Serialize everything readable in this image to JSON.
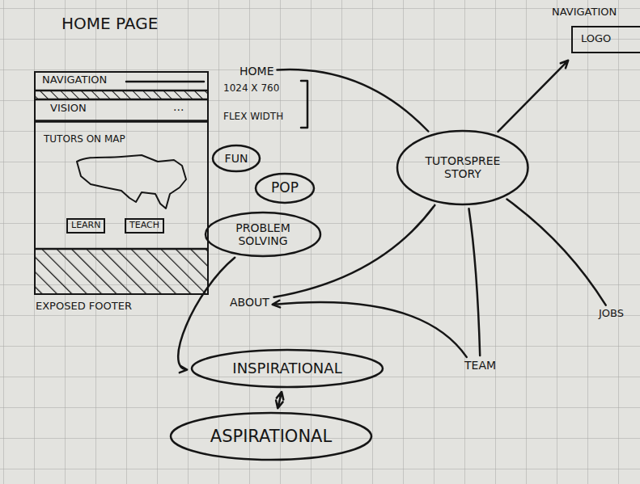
{
  "diagram": {
    "nodes": [
      {
        "text": [
          "HOME PAGE",
          "EXPOSED FOOTER"
        ]
      },
      {
        "text": [
          "LEARN"
        ],
        "in": 0
      },
      {
        "text": [
          "TEACH"
        ],
        "in": 0
      },
      {
        "text": [
          "HOME"
        ]
      },
      {
        "text": [
          "NAVIGATION",
          "LOGO"
        ]
      },
      {
        "text": [
          "FUN"
        ]
      },
      {
        "text": [
          "POP"
        ]
      },
      {
        "text": [
          "TUTORSPREE STORY"
        ]
      },
      {
        "text": [
          "PROBLEM SOLVING"
        ]
      },
      {
        "text": [
          "ABOUT"
        ]
      },
      {
        "text": [
          "JOBS"
        ]
      },
      {
        "text": [
          "TEAM"
        ]
      },
      {
        "text": [
          "INSPIRATIONAL"
        ]
      },
      {
        "text": [
          "ASPIRATIONAL"
        ]
      }
    ],
    "edges": [
      {
        "from": 7,
        "to": 3,
        "arrow": "none"
      },
      {
        "from": 7,
        "to": 4,
        "arrow": "to"
      },
      {
        "from": 7,
        "to": 9,
        "arrow": "none"
      },
      {
        "from": 7,
        "to": 10,
        "arrow": "none"
      },
      {
        "from": 7,
        "to": 11,
        "arrow": "none"
      },
      {
        "from": 11,
        "to": 9,
        "arrow": "to"
      },
      {
        "from": 8,
        "to": 12,
        "arrow": "to"
      },
      {
        "from": 13,
        "to": 12,
        "arrow": "both"
      }
    ],
    "labels": [
      "NAVIGATION",
      "VISION",
      "...",
      "TUTORS ON MAP",
      "1024 X 760",
      "FLEX WIDTH"
    ]
  }
}
